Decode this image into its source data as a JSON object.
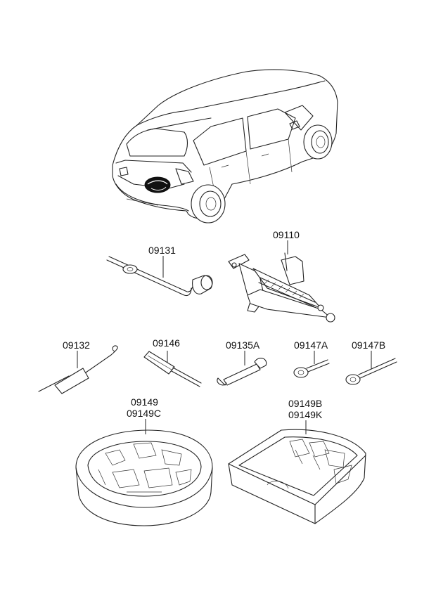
{
  "labels": {
    "jack": "09110",
    "jack_handle": "09131",
    "handle_rod": "09132",
    "screwdriver": "09146",
    "spanner": "09135A",
    "tow_hook_a": "09147A",
    "tow_hook_b": "09147B",
    "tray_round_1": "09149",
    "tray_round_2": "09149C",
    "tray_box_1": "09149B",
    "tray_box_2": "09149K"
  }
}
